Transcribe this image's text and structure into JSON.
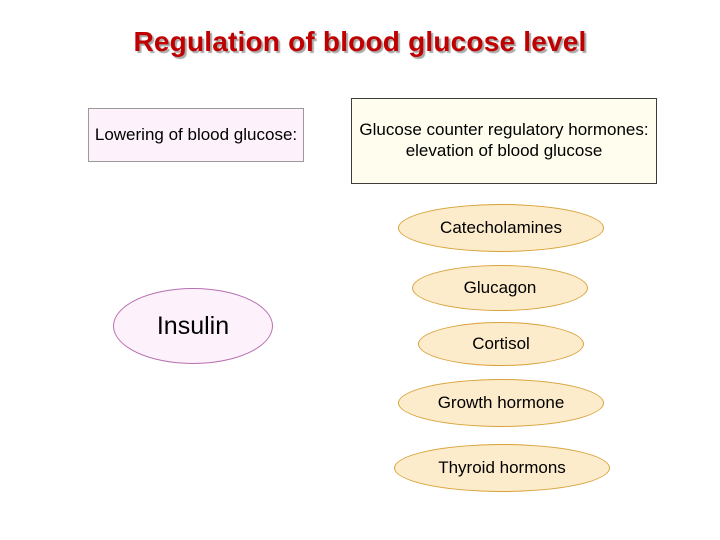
{
  "slide": {
    "title": "Regulation of blood glucose level",
    "left_box": {
      "text": "Lowering of blood glucose:"
    },
    "right_box": {
      "text": "Glucose counter regulatory hormones: elevation of blood glucose"
    },
    "lowering_hormones": [
      {
        "label": "Insulin"
      }
    ],
    "counter_regulatory_hormones": [
      {
        "label": "Catecholamines"
      },
      {
        "label": "Glucagon"
      },
      {
        "label": "Cortisol"
      },
      {
        "label": "Growth hormone"
      },
      {
        "label": "Thyroid hormons"
      }
    ],
    "colors": {
      "title": "#c00000",
      "left_fill": "#fdf2fb",
      "left_border": "#b96fb0",
      "right_fill": "#fffdee",
      "right_border": "#3d3d3d",
      "hormone_fill": "#fdeccb",
      "hormone_border": "#d8a33a",
      "background": "#ffffff"
    }
  }
}
